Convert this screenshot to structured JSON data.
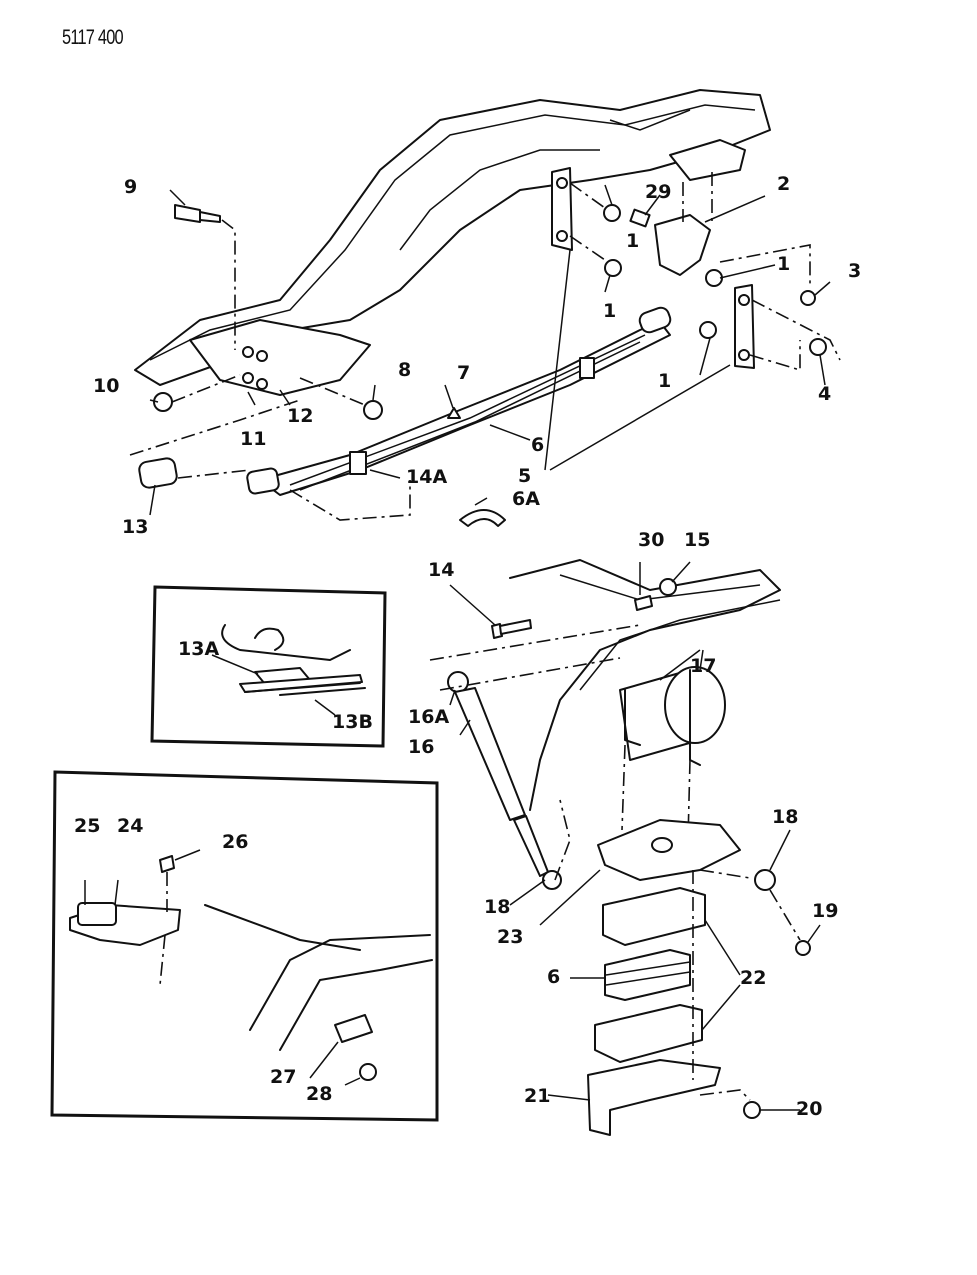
{
  "document": {
    "code": "5117 400",
    "title": "Rear suspension exploded parts view"
  },
  "callouts": {
    "c1a": "1",
    "c1b": "1",
    "c1c": "1",
    "c1d": "1",
    "c2": "2",
    "c3": "3",
    "c4": "4",
    "c5": "5",
    "c6": "6",
    "c6b": "6",
    "c6A": "6A",
    "c7": "7",
    "c8": "8",
    "c9": "9",
    "c10": "10",
    "c11": "11",
    "c12": "12",
    "c13": "13",
    "c13A": "13A",
    "c13B": "13B",
    "c14": "14",
    "c14A": "14A",
    "c15": "15",
    "c16": "16",
    "c16A": "16A",
    "c17": "17",
    "c18a": "18",
    "c18b": "18",
    "c19": "19",
    "c20": "20",
    "c21": "21",
    "c22": "22",
    "c23": "23",
    "c24": "24",
    "c25": "25",
    "c26": "26",
    "c27": "27",
    "c28": "28",
    "c29": "29",
    "c30": "30"
  },
  "insets": {
    "shim_detail": {
      "labels": [
        "13A",
        "13B"
      ]
    },
    "bumper_detail": {
      "labels": [
        "24",
        "25",
        "26",
        "27",
        "28"
      ]
    }
  }
}
